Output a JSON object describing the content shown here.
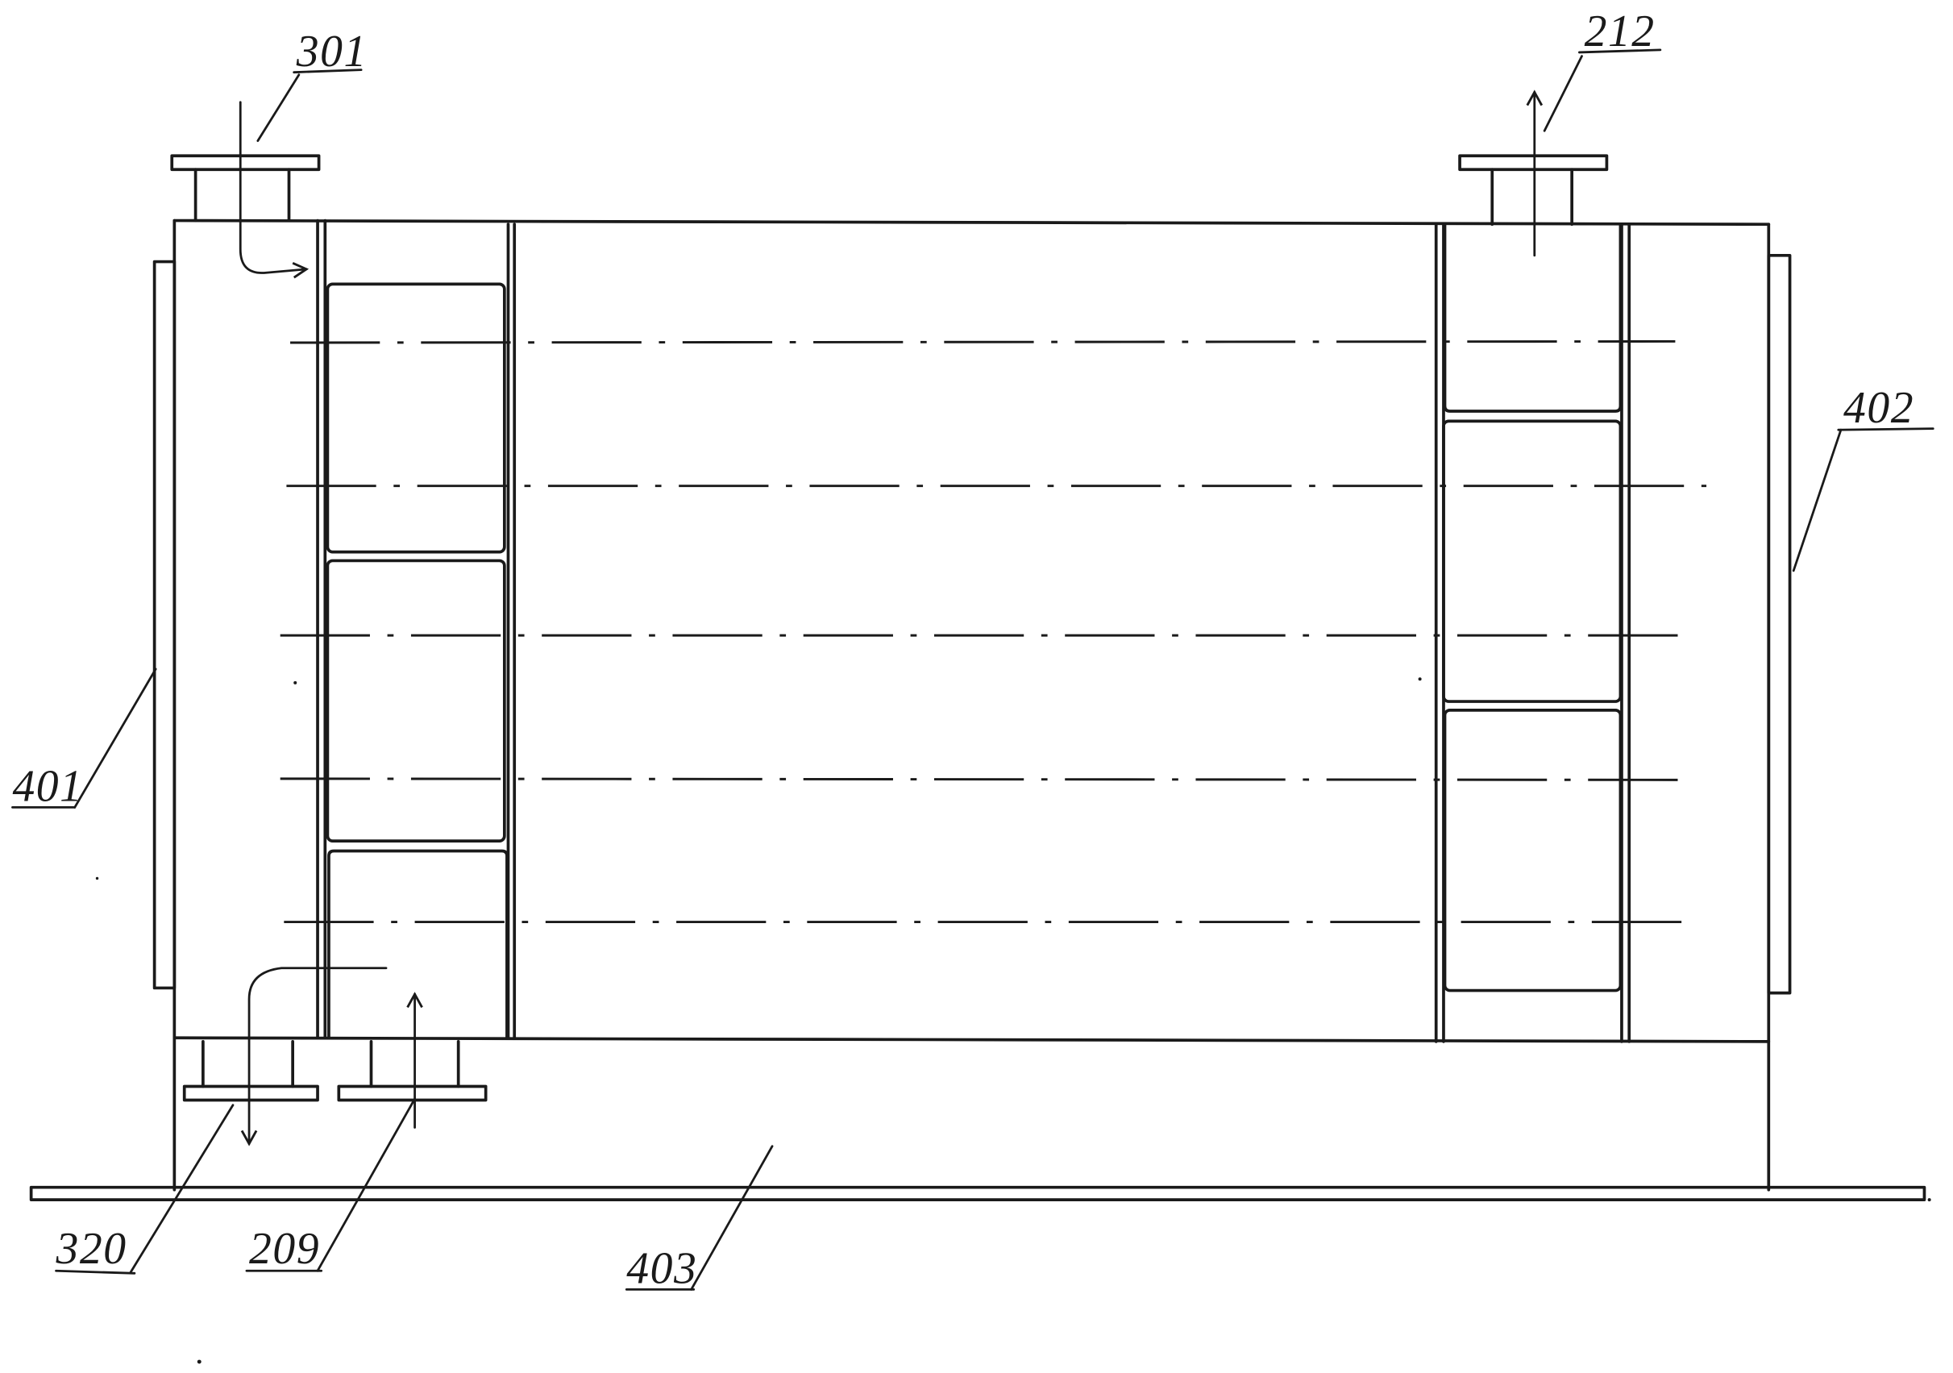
{
  "callouts": [
    {
      "text": "301"
    },
    {
      "text": "212"
    },
    {
      "text": "402"
    },
    {
      "text": "401"
    },
    {
      "text": "320"
    },
    {
      "text": "209"
    },
    {
      "text": "403"
    }
  ],
  "colors": {
    "ink": "#1a1a1a",
    "paper": "#ffffff"
  }
}
